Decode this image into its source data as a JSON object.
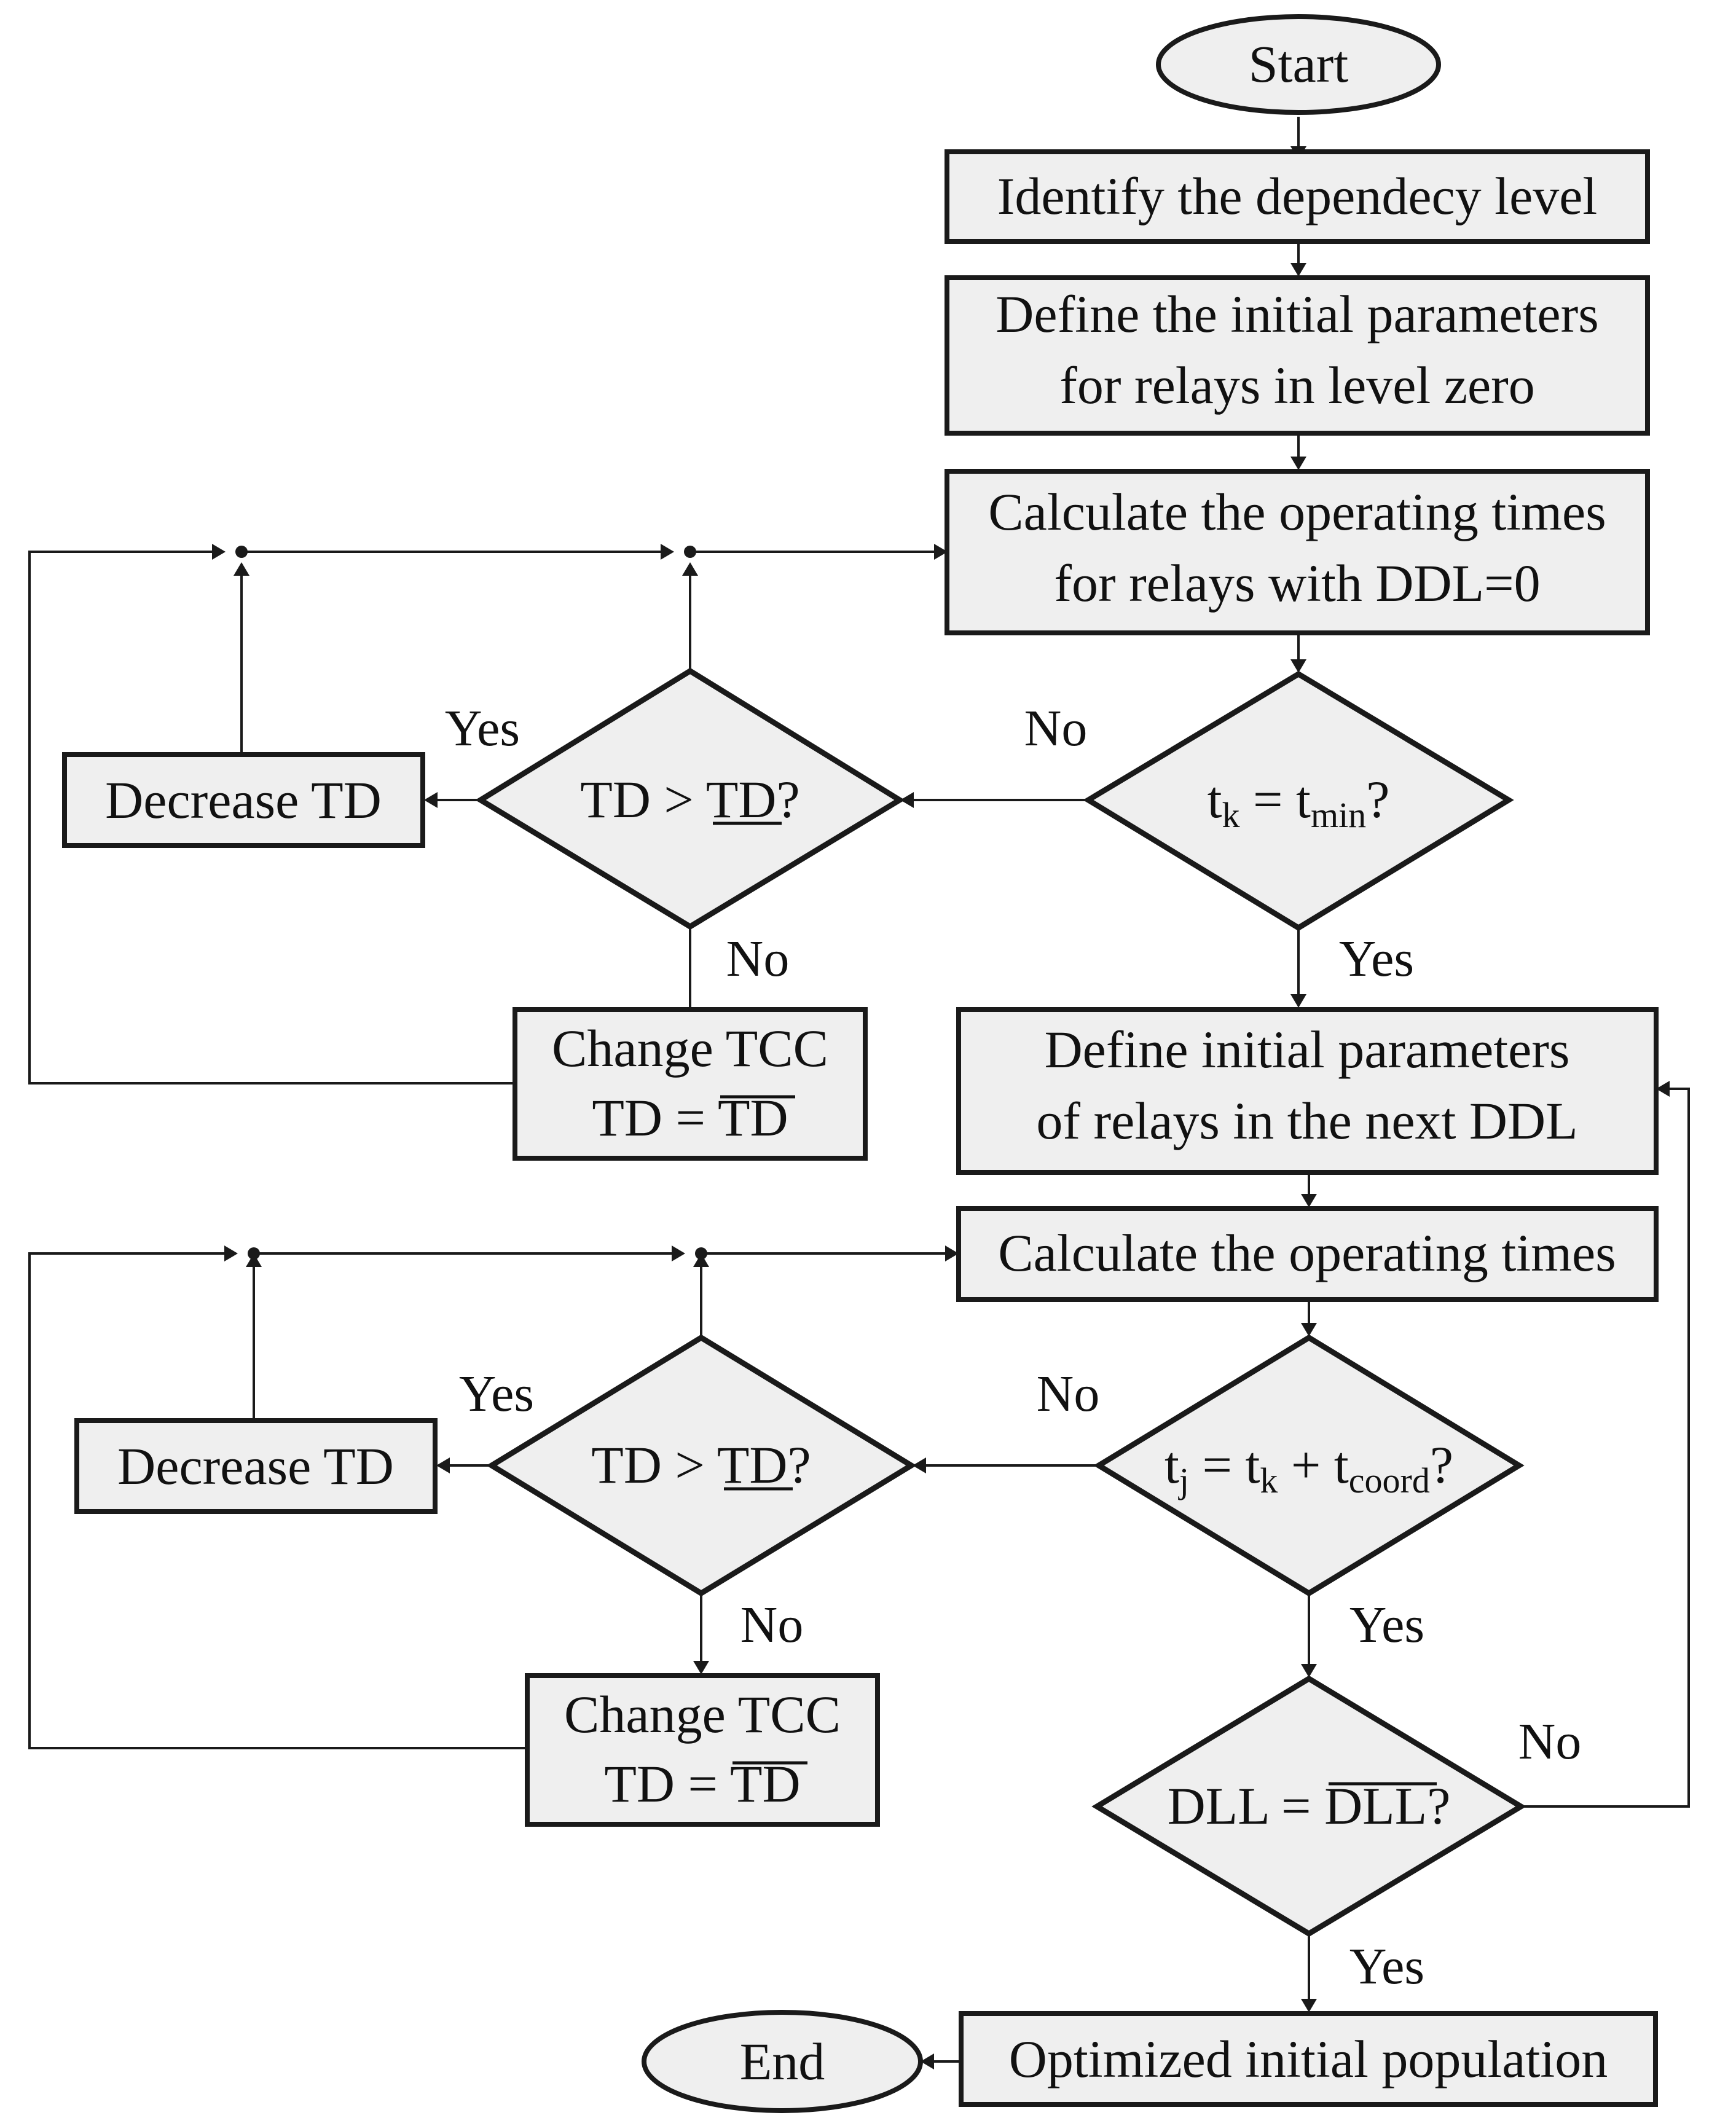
{
  "start": {
    "label": "Start"
  },
  "end": {
    "label": "End"
  },
  "steps": {
    "identify": "Identify the dependecy level",
    "define_initial_line1": "Define the initial parameters",
    "define_initial_line2": "for relays in level zero",
    "calc_ddl0_line1": "Calculate the operating times",
    "calc_ddl0_line2": "for relays with DDL=0",
    "define_next_line1": "Define initial parameters",
    "define_next_line2": "of relays in the next DDL",
    "calc_times": "Calculate the operating times",
    "optimized": "Optimized initial population"
  },
  "loop_top": {
    "decrease": "Decrease TD",
    "change_line1": "Change TCC",
    "change_line2_lhs": "TD = ",
    "change_line2_rhs": "TD",
    "td_check_lhs": "TD > ",
    "td_check_bound": "TD",
    "td_check_q": "?"
  },
  "loop_bottom": {
    "decrease": "Decrease TD",
    "change_line1": "Change TCC",
    "change_line2_lhs": "TD = ",
    "change_line2_rhs": "TD",
    "td_check_lhs": "TD > ",
    "td_check_bound": "TD",
    "td_check_q": "?"
  },
  "conditions": {
    "tk": {
      "t1": "t",
      "s1": "k",
      "eq": " = t",
      "s2": "min",
      "q": "?"
    },
    "tj": {
      "t1": "t",
      "s1": "j",
      "eq": " = t",
      "s2": "k",
      "plus": " + t",
      "s3": "coord",
      "q": "?"
    },
    "dll": {
      "lhs": "DLL = ",
      "rhs": "DLL",
      "q": "?"
    }
  },
  "branch_labels": {
    "yes_td_top": "Yes",
    "no_td_top": "No",
    "no_tk": "No",
    "yes_tk": "Yes",
    "yes_td_bottom": "Yes",
    "no_td_bottom": "No",
    "no_tj": "No",
    "yes_tj": "Yes",
    "no_dll": "No",
    "yes_dll": "Yes"
  }
}
